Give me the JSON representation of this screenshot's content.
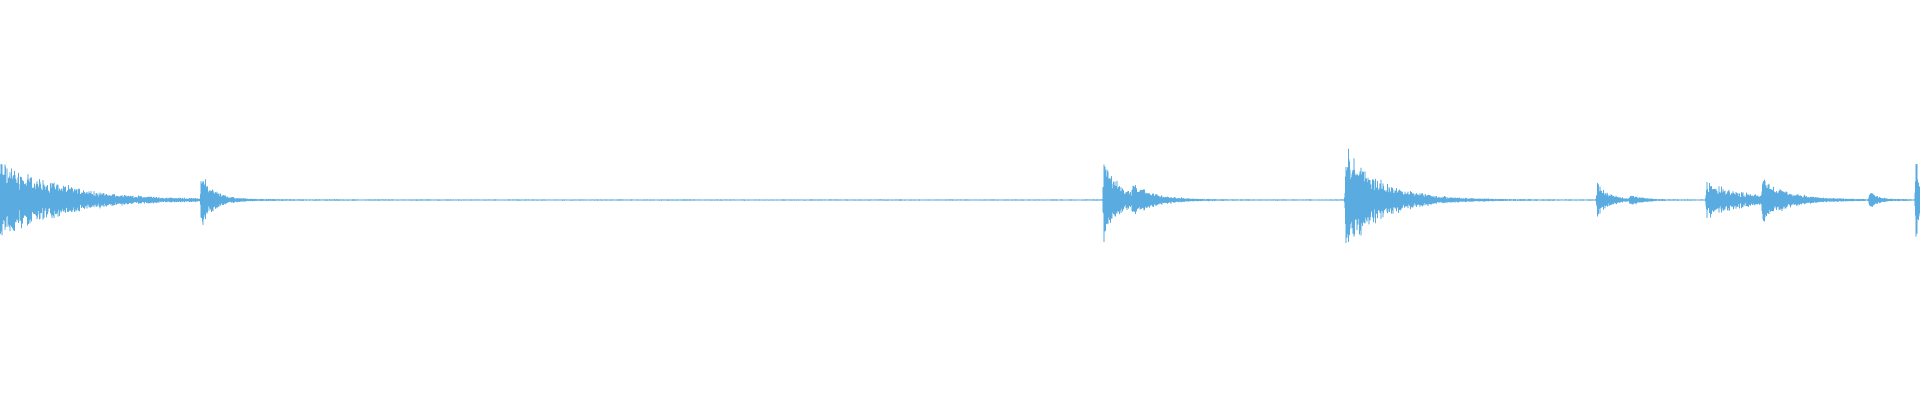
{
  "waveform": {
    "color": "#5aabdf",
    "background": "#ffffff",
    "baseline_amplitude": 0.003,
    "transients": [
      {
        "time": 0.0,
        "peak": 0.22,
        "decay": 0.03
      },
      {
        "time": 0.027,
        "peak": 0.03,
        "decay": 0.008
      },
      {
        "time": 0.105,
        "peak": 0.15,
        "decay": 0.006
      },
      {
        "time": 0.575,
        "peak": 0.22,
        "decay": 0.008
      },
      {
        "time": 0.59,
        "peak": 0.07,
        "decay": 0.012
      },
      {
        "time": 0.701,
        "peak": 0.3,
        "decay": 0.018
      },
      {
        "time": 0.832,
        "peak": 0.1,
        "decay": 0.006
      },
      {
        "time": 0.849,
        "peak": 0.03,
        "decay": 0.006
      },
      {
        "time": 0.889,
        "peak": 0.1,
        "decay": 0.02
      },
      {
        "time": 0.918,
        "peak": 0.1,
        "decay": 0.012
      },
      {
        "time": 0.974,
        "peak": 0.05,
        "decay": 0.004
      },
      {
        "time": 0.998,
        "peak": 0.25,
        "decay": 0.004
      }
    ]
  }
}
